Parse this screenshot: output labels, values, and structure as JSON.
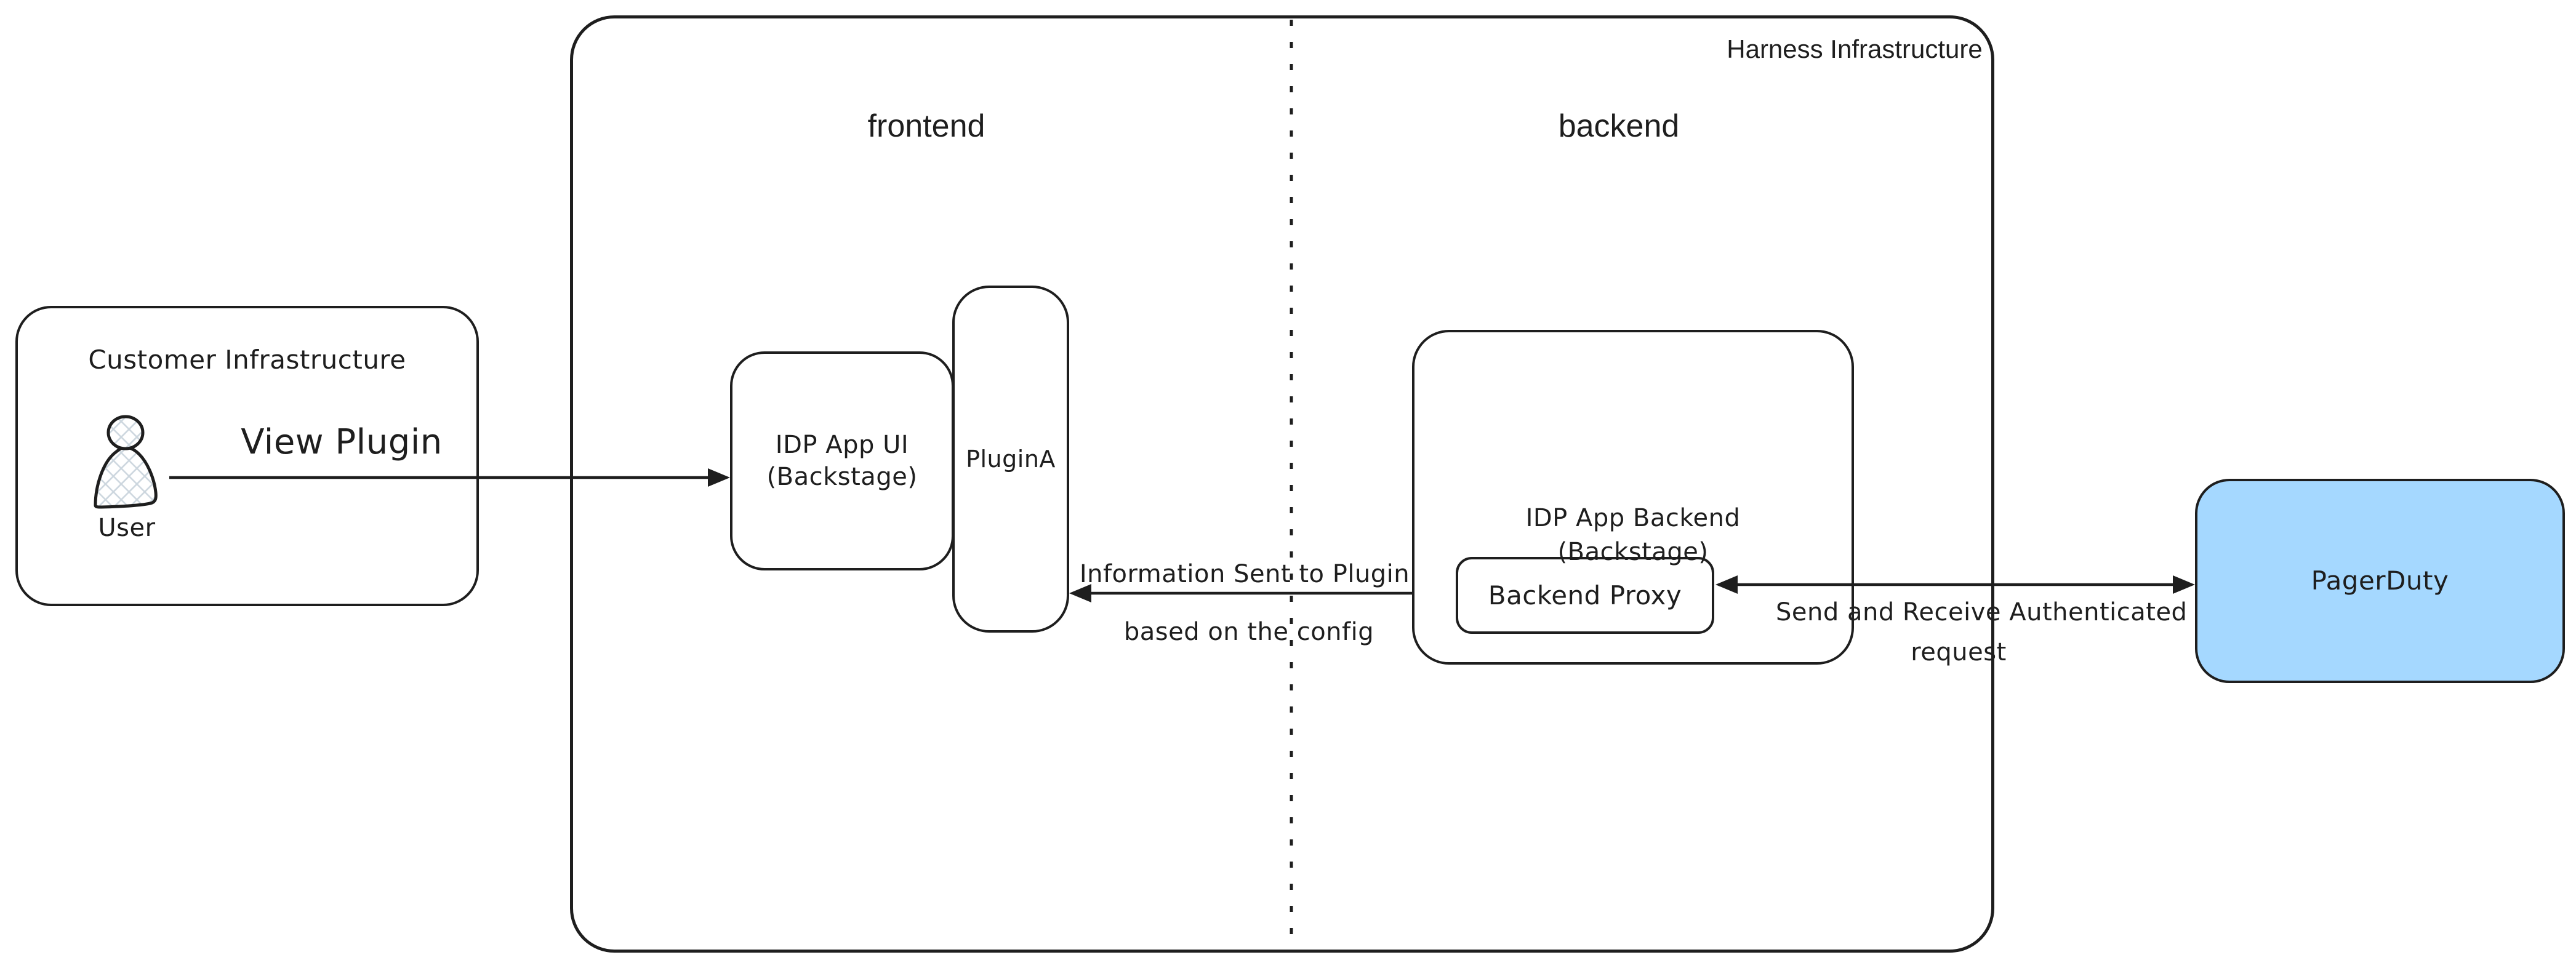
{
  "harness": {
    "label": "Harness Infrastructure"
  },
  "zones": {
    "frontend_label": "frontend",
    "backend_label": "backend"
  },
  "customer": {
    "label": "Customer Infrastructure",
    "user_label": "User"
  },
  "nodes": {
    "idp_app_ui": {
      "line1": "IDP App UI",
      "line2": "(Backstage)"
    },
    "plugin_a": {
      "label": "PluginA"
    },
    "idp_app_backend": {
      "line1": "IDP App Backend",
      "line2": "(Backstage)"
    },
    "backend_proxy": {
      "label": "Backend Proxy"
    },
    "pagerduty": {
      "label": "PagerDuty"
    }
  },
  "arrows": {
    "view_plugin": {
      "label": "View Plugin",
      "direction": "right"
    },
    "info_to_plugin": {
      "line1": "Information Sent to Plugin",
      "line2": "based on the config",
      "direction": "left"
    },
    "authenticated": {
      "line1": "Send and Receive Authenticated",
      "line2": "request",
      "direction": "both"
    }
  },
  "colors": {
    "stroke": "#1e1e1e",
    "pagerduty_fill": "#a5d8ff",
    "user_hatch": "#ccd6de",
    "background": "#ffffff"
  }
}
